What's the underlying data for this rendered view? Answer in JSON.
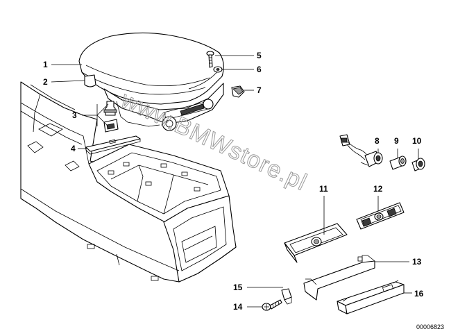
{
  "diagram": {
    "labels": [
      {
        "id": "label-1",
        "text": "1"
      },
      {
        "id": "label-2",
        "text": "2"
      },
      {
        "id": "label-3",
        "text": "3"
      },
      {
        "id": "label-4",
        "text": "4"
      },
      {
        "id": "label-5",
        "text": "5"
      },
      {
        "id": "label-6",
        "text": "6"
      },
      {
        "id": "label-7",
        "text": "7"
      },
      {
        "id": "label-8",
        "text": "8"
      },
      {
        "id": "label-9",
        "text": "9"
      },
      {
        "id": "label-10",
        "text": "10"
      },
      {
        "id": "label-11",
        "text": "11"
      },
      {
        "id": "label-12",
        "text": "12"
      },
      {
        "id": "label-13",
        "text": "13"
      },
      {
        "id": "label-14",
        "text": "14"
      },
      {
        "id": "label-15",
        "text": "15"
      },
      {
        "id": "label-16",
        "text": "16"
      }
    ],
    "reference_number": "00006823",
    "watermark": "www.BMWstore.pl"
  }
}
